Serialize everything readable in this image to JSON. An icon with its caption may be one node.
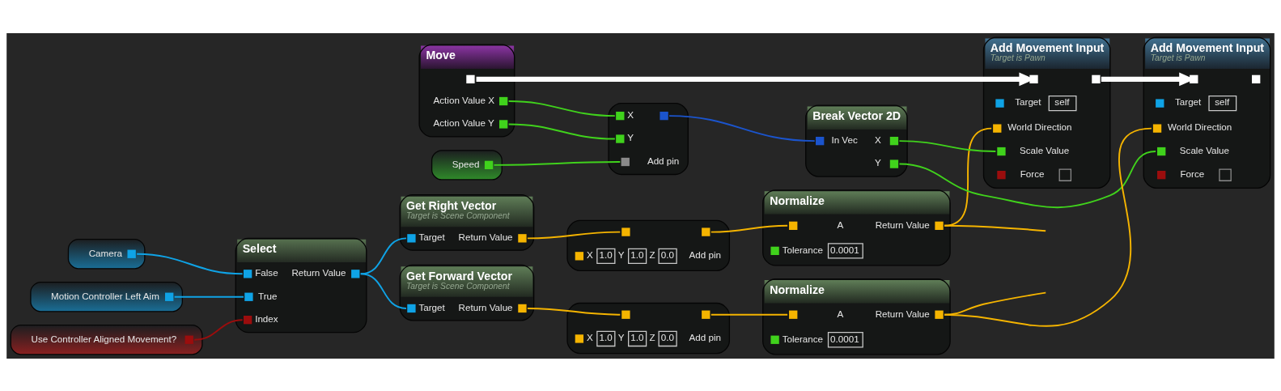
{
  "diagram": {
    "nodes": [
      {
        "text": [
          "Move",
          "Action Value X",
          "Action Value Y"
        ]
      },
      {
        "text": [
          "Camera"
        ]
      },
      {
        "text": [
          "Motion Controller Left Aim"
        ]
      },
      {
        "text": [
          "Use Controller Aligned Movement?"
        ]
      },
      {
        "text": [
          "Select",
          "False",
          "True",
          "Index",
          "Return Value"
        ]
      },
      {
        "text": [
          "Get Right Vector",
          "Target is Scene Component",
          "Target",
          "Return Value"
        ]
      },
      {
        "text": [
          "X",
          "1.0",
          "Y",
          "1.0",
          "Z",
          "0.0",
          "Add pin"
        ]
      },
      {
        "text": [
          "Normalize",
          "A",
          "Return Value",
          "Tolerance",
          "0.0001"
        ]
      },
      {
        "text": [
          "Speed"
        ]
      },
      {
        "text": [
          "X",
          "Y",
          "Add pin"
        ]
      },
      {
        "text": [
          "Break Vector 2D",
          "In Vec",
          "X",
          "Y"
        ]
      },
      {
        "text": [
          "Add Movement Input",
          "Target is Pawn",
          "Target",
          "self",
          "World Direction",
          "Scale Value",
          "Force"
        ]
      },
      {
        "text": [
          "Add Movement Input",
          "Target is Pawn",
          "Target",
          "self",
          "World Direction",
          "Scale Value",
          "Force"
        ]
      },
      {
        "text": [
          "Normalize",
          "A",
          "Return Value",
          "Tolerance",
          "0.0001"
        ]
      },
      {
        "text": [
          "X",
          "1.0",
          "Y",
          "1.0",
          "Z",
          "0.0",
          "Add pin"
        ]
      },
      {
        "text": [
          "Get Forward Vector",
          "Target is Scene Component",
          "Target",
          "Return Value"
        ]
      }
    ],
    "edges": [
      {
        "from": 0,
        "to": 11,
        "arrow": "to",
        "style": "thick",
        "color": "#ffffff"
      },
      {
        "from": 11,
        "to": 12,
        "arrow": "to",
        "style": "thick",
        "color": "#ffffff"
      },
      {
        "from": 1,
        "to": 4,
        "arrow": "none",
        "color": "#0fa3e6"
      },
      {
        "from": 2,
        "to": 4,
        "arrow": "none",
        "color": "#0fa3e6"
      },
      {
        "from": 3,
        "to": 4,
        "arrow": "none",
        "color": "#9b0d0d"
      },
      {
        "from": 4,
        "to": 5,
        "arrow": "none",
        "color": "#0fa3e6"
      },
      {
        "from": 4,
        "to": 15,
        "arrow": "none",
        "color": "#0fa3e6"
      },
      {
        "from": 5,
        "to": 6,
        "arrow": "none"
      },
      {
        "from": 6,
        "to": 7,
        "arrow": "none"
      },
      {
        "from": 7,
        "to": 11,
        "arrow": "none"
      },
      {
        "from": 7,
        "to": null,
        "arrow": "none"
      },
      {
        "from": 0,
        "to": 9,
        "arrow": "none",
        "color": "#40d21c"
      },
      {
        "from": 0,
        "to": 9,
        "arrow": "none",
        "color": "#40d21c"
      },
      {
        "from": 8,
        "to": 9,
        "arrow": "none",
        "color": "#40d21c"
      },
      {
        "from": 9,
        "to": 10,
        "arrow": "none",
        "color": "#1b54cc"
      },
      {
        "from": 10,
        "to": 11,
        "arrow": "none",
        "color": "#40d21c"
      },
      {
        "from": 10,
        "to": 12,
        "arrow": "none",
        "color": "#40d21c"
      },
      {
        "from": 15,
        "to": 14,
        "arrow": "none"
      },
      {
        "from": 14,
        "to": 13,
        "arrow": "none"
      },
      {
        "from": 13,
        "to": 12,
        "arrow": "none"
      },
      {
        "from": 13,
        "to": null,
        "arrow": "none"
      }
    ]
  }
}
